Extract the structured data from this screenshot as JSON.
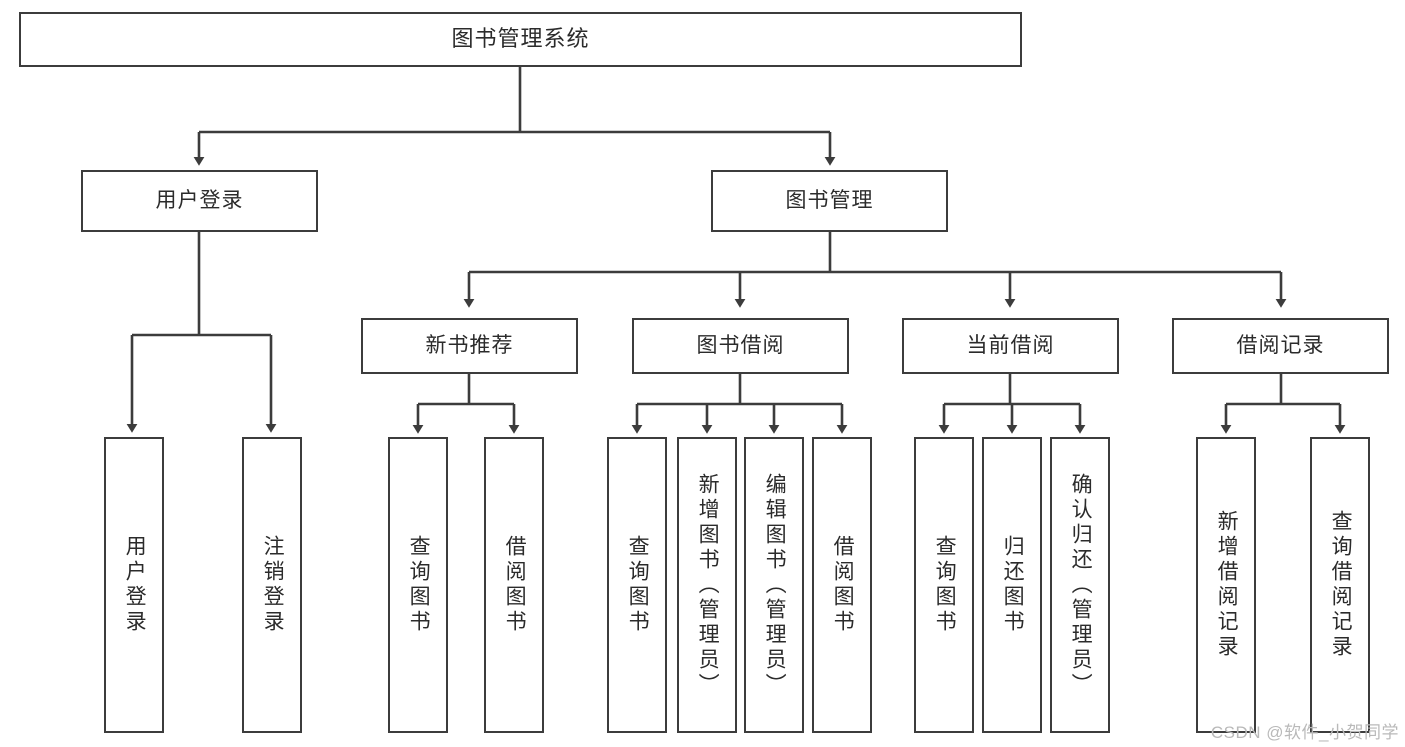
{
  "diagram": {
    "title": "图书管理系统",
    "type": "tree-hierarchy-chart",
    "root": {
      "label": "图书管理系统"
    },
    "level2": [
      {
        "label": "用户登录"
      },
      {
        "label": "图书管理"
      }
    ],
    "level3": [
      {
        "label": "新书推荐"
      },
      {
        "label": "图书借阅"
      },
      {
        "label": "当前借阅"
      },
      {
        "label": "借阅记录"
      }
    ],
    "leaves_user_login": [
      {
        "label": "用户登录"
      },
      {
        "label": "注销登录"
      }
    ],
    "leaves_new_book": [
      {
        "label": "查询图书"
      },
      {
        "label": "借阅图书"
      }
    ],
    "leaves_borrow": [
      {
        "label": "查询图书"
      },
      {
        "label": "新增图书（管理员）"
      },
      {
        "label": "编辑图书（管理员）"
      },
      {
        "label": "借阅图书"
      }
    ],
    "leaves_current": [
      {
        "label": "查询图书"
      },
      {
        "label": "归还图书"
      },
      {
        "label": "确认归还（管理员）"
      }
    ],
    "leaves_record": [
      {
        "label": "新增借阅记录"
      },
      {
        "label": "查询借阅记录"
      }
    ],
    "watermark": "CSDN @软件_小贺同学",
    "colors": {
      "stroke": "#3c3c3c",
      "text": "#2b2b2b",
      "background": "#ffffff",
      "watermark": "#b9b9b9"
    }
  }
}
